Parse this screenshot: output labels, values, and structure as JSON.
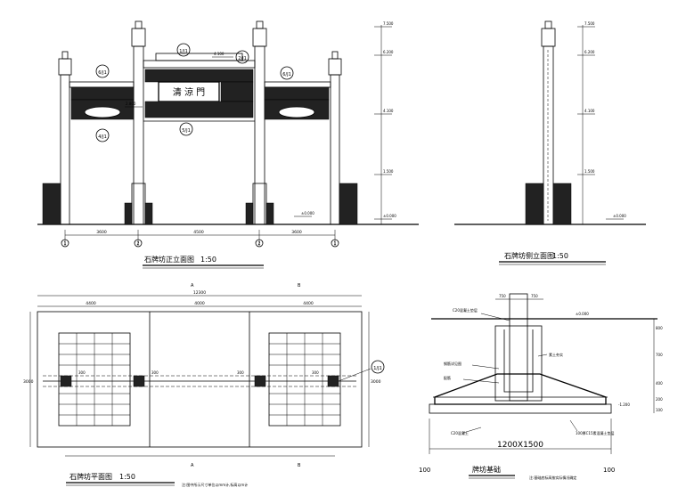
{
  "drawing": {
    "front_elevation": {
      "title": "石牌坊正立面图",
      "scale": "1:50",
      "plaque": "清 涼 門",
      "dims": [
        "3600",
        "4500",
        "3600"
      ],
      "axes": [
        "1",
        "2",
        "2",
        "1"
      ],
      "callouts": [
        "6/J1",
        "1/J1",
        "2/J1",
        "6/J1",
        "4/J1",
        "5/J1"
      ],
      "level_marks": [
        "4.100",
        "2.800",
        "±0.000"
      ]
    },
    "side_elevation": {
      "title": "石牌坊侧立面图",
      "scale": "1:50",
      "levels": [
        "7.500",
        "6.200",
        "4.100",
        "1.500",
        "±0.000"
      ]
    },
    "plan": {
      "title": "石牌坊平面图",
      "scale": "1:50",
      "note": "注:图中所示尺寸单位以mm计,标高以m计",
      "overall_width": "12300",
      "segments": [
        "4400",
        "4000",
        "4400"
      ],
      "depth": "3000",
      "axes_top": [
        "A",
        "B"
      ],
      "axes_bottom": [
        "A",
        "B"
      ],
      "col_marks": [
        "300",
        "300",
        "300",
        "300"
      ],
      "callout": "1/J1"
    },
    "foundation": {
      "title": "牌坊基础",
      "size": "1200X1500",
      "left_margin": "100",
      "right_margin": "100",
      "note": "注:基础底标高按实际情况确定",
      "labels": [
        "C20混凝土垫层",
        "钢筋详见图",
        "配筋",
        "素土夯实",
        "C20混凝土",
        "100厚C15素混凝土垫层"
      ],
      "levels": [
        "±0.000",
        "-1.200"
      ],
      "top_dims": [
        "750",
        "750"
      ],
      "right_dims": [
        "800",
        "700",
        "400",
        "200",
        "100"
      ]
    }
  }
}
